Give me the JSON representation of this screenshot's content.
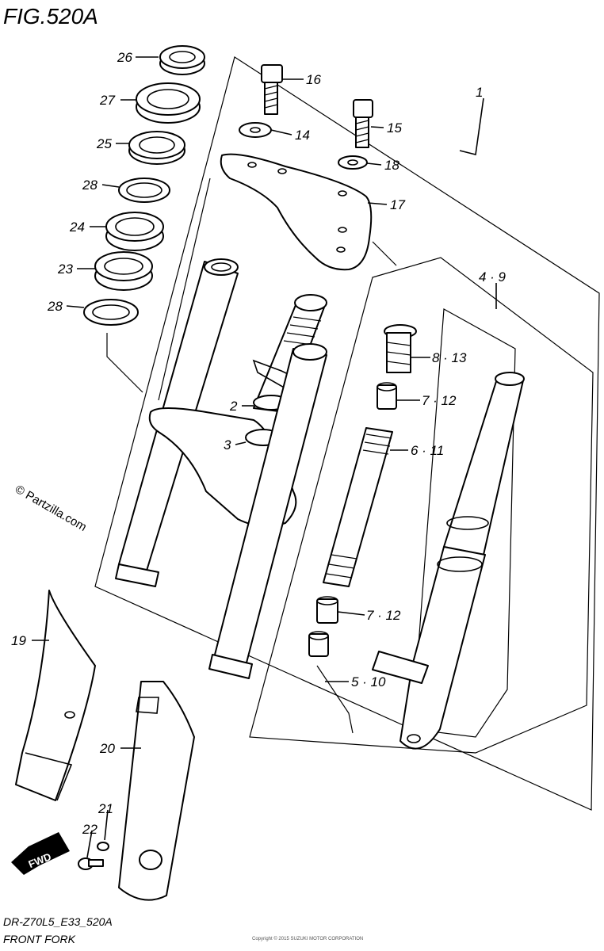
{
  "figure": {
    "title": "FIG.520A",
    "code": "DR-Z70L5_E33_520A",
    "name": "FRONT FORK",
    "watermark": "© Partzilla.com",
    "fine_print": "Copyright © 2015 SUZUKI MOTOR CORPORATION"
  },
  "fwd_label": "FWD",
  "callouts": [
    {
      "id": "c1",
      "text": "1"
    },
    {
      "id": "c2",
      "text": "2"
    },
    {
      "id": "c3",
      "text": "3"
    },
    {
      "id": "c4",
      "text": "4 · 9"
    },
    {
      "id": "c5",
      "text": "5 · 10"
    },
    {
      "id": "c6",
      "text": "6 · 11"
    },
    {
      "id": "c7a",
      "text": "7 · 12"
    },
    {
      "id": "c7b",
      "text": "7 · 12"
    },
    {
      "id": "c8",
      "text": "8 · 13"
    },
    {
      "id": "c14",
      "text": "14"
    },
    {
      "id": "c15",
      "text": "15"
    },
    {
      "id": "c16",
      "text": "16"
    },
    {
      "id": "c17",
      "text": "17"
    },
    {
      "id": "c18",
      "text": "18"
    },
    {
      "id": "c19",
      "text": "19"
    },
    {
      "id": "c20",
      "text": "20"
    },
    {
      "id": "c21",
      "text": "21"
    },
    {
      "id": "c22",
      "text": "22"
    },
    {
      "id": "c23",
      "text": "23"
    },
    {
      "id": "c24",
      "text": "24"
    },
    {
      "id": "c25",
      "text": "25"
    },
    {
      "id": "c26",
      "text": "26"
    },
    {
      "id": "c27",
      "text": "27"
    },
    {
      "id": "c28a",
      "text": "28"
    },
    {
      "id": "c28b",
      "text": "28"
    }
  ]
}
